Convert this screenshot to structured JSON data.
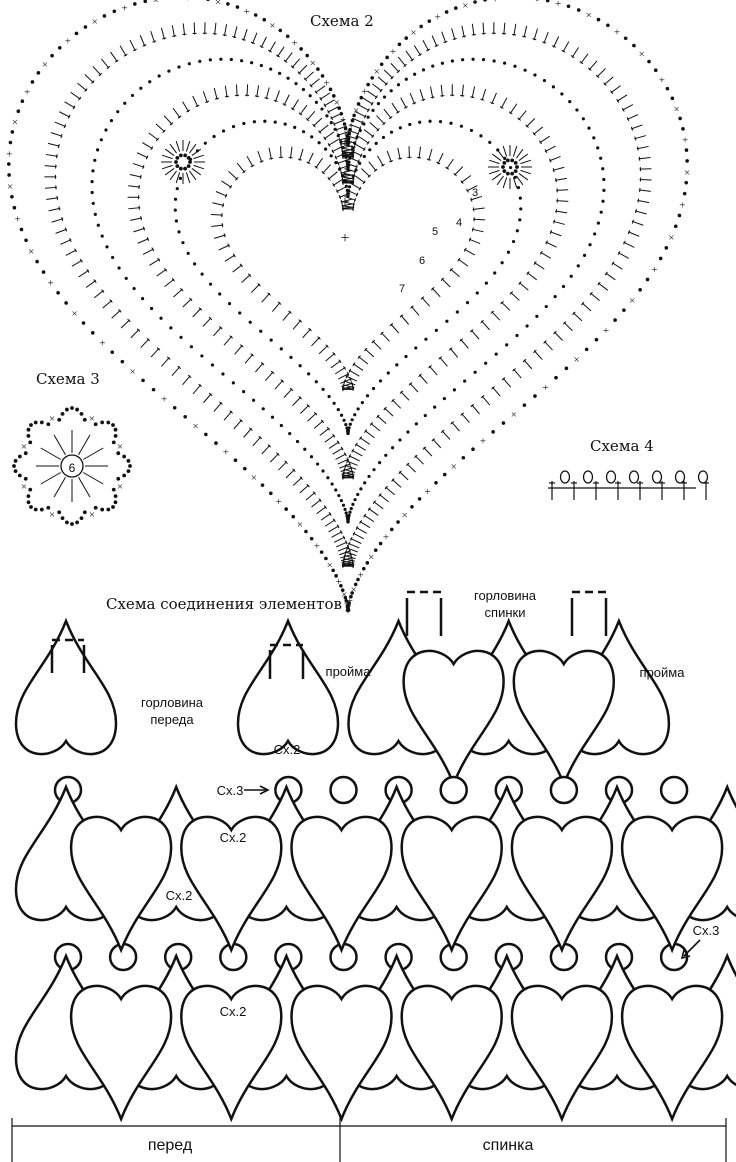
{
  "schemes": {
    "scheme2_title": "Схема 2",
    "scheme3_title": "Схема 3",
    "scheme4_title": "Схема 4",
    "scheme3_center": "6",
    "row_numbers": [
      "3",
      "4",
      "5",
      "6",
      "7"
    ]
  },
  "assembly": {
    "title": "Схема соединения элементов",
    "neck_front": [
      "горловина",
      "переда"
    ],
    "neck_back": [
      "горловина",
      "спинки"
    ],
    "armhole_left": "пройма",
    "armhole_right": "пройма",
    "sx2": "Сх.2",
    "sx3": "Сх.3",
    "front": "перед",
    "back": "спинка"
  },
  "colors": {
    "ink": "#111111",
    "paper": "#ffffff"
  }
}
